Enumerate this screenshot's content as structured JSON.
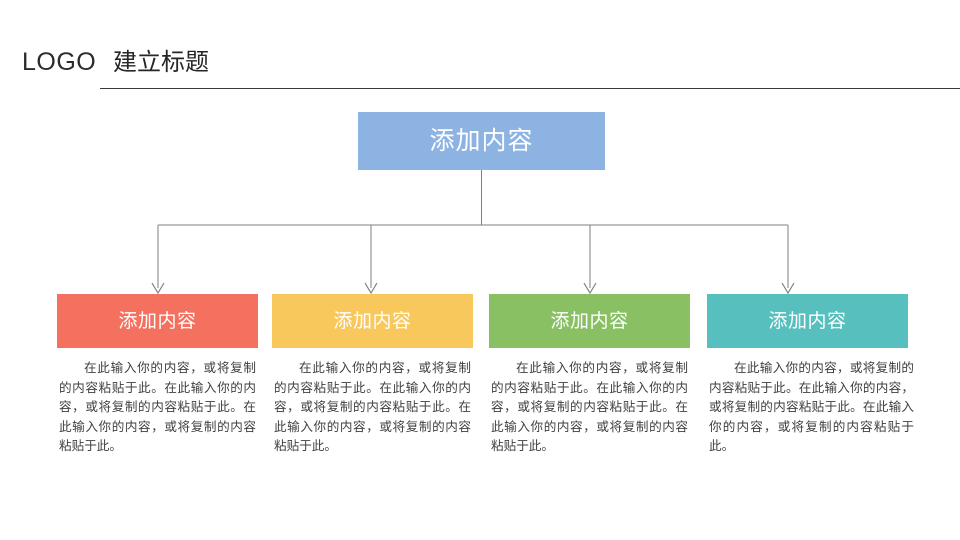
{
  "header": {
    "logo": "LOGO",
    "title": "建立标题",
    "rule_color": "#3a3a3a"
  },
  "diagram": {
    "type": "org-chart",
    "root": {
      "label": "添加内容",
      "color": "#8db3e2"
    },
    "connector_color": "#7f7f7f",
    "children": [
      {
        "label": "添加内容",
        "color": "#f4705f",
        "body": "在此输入你的内容，或将复制的内容粘贴于此。在此输入你的内容，或将复制的内容粘贴于此。在此输入你的内容，或将复制的内容粘贴于此。"
      },
      {
        "label": "添加内容",
        "color": "#f9c85d",
        "body": "在此输入你的内容，或将复制的内容粘贴于此。在此输入你的内容，或将复制的内容粘贴于此。在此输入你的内容，或将复制的内容粘贴于此。"
      },
      {
        "label": "添加内容",
        "color": "#89c064",
        "body": "在此输入你的内容，或将复制的内容粘贴于此。在此输入你的内容，或将复制的内容粘贴于此。在此输入你的内容，或将复制的内容粘贴于此。"
      },
      {
        "label": "添加内容",
        "color": "#57c0be",
        "body": "在此输入你的内容，或将复制的内容粘贴于此。在此输入你的内容，或将复制的内容粘贴于此。在此输入你的内容，或将复制的内容粘贴于此。"
      }
    ]
  }
}
